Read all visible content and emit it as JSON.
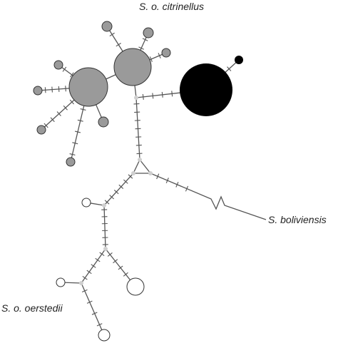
{
  "labels": {
    "citrinellus": "S. o. citrinellus",
    "boliviensis": "S. boliviensis",
    "oerstedii": "S. o. oerstedii"
  },
  "colors": {
    "citrinellus_fill": "#9a9a9a",
    "black_clade_fill": "#000000",
    "oerstedii_fill": "#ffffff",
    "median_vector_fill": "#cfcfcf",
    "edge_stroke": "#555555"
  }
}
